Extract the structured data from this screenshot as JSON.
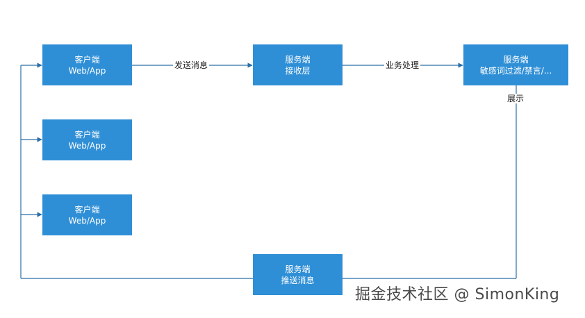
{
  "nodes": {
    "client_1": {
      "line1": "客户端",
      "line2": "Web/App"
    },
    "client_2": {
      "line1": "客户端",
      "line2": "Web/App"
    },
    "client_3": {
      "line1": "客户端",
      "line2": "Web/App"
    },
    "server_receive": {
      "line1": "服务端",
      "line2": "接收层"
    },
    "server_filter": {
      "line1": "服务端",
      "line2": "敏感词过滤/禁言/..."
    },
    "server_push": {
      "line1": "服务端",
      "line2": "推送消息"
    }
  },
  "edges": {
    "send_message": "发送消息",
    "business_process": "业务处理",
    "display": "展示"
  },
  "watermark": "掘金技术社区 @ SimonKing",
  "colors": {
    "node_fill": "#2f8fd6",
    "line": "#2b6fa8"
  }
}
